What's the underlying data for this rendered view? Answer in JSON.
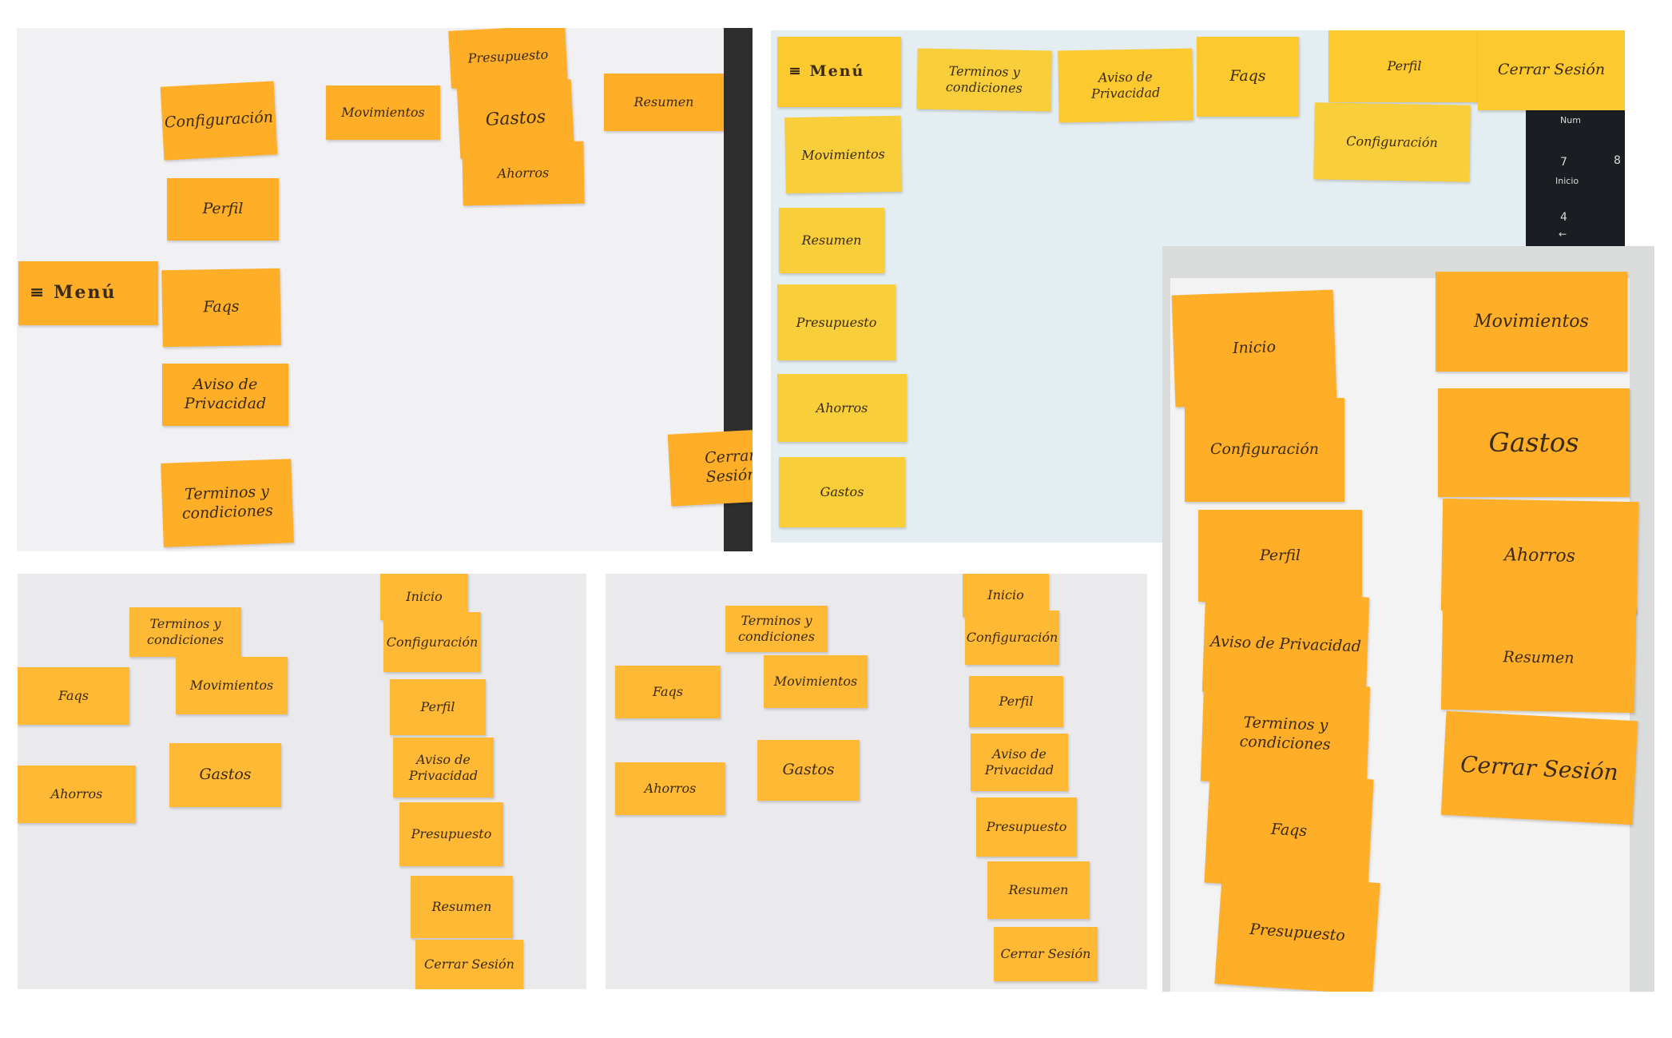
{
  "photo1": {
    "menu": "≡ Menú",
    "configuracion": "Configuración",
    "perfil": "Perfil",
    "faqs": "Faqs",
    "aviso": "Aviso de Privacidad",
    "terminos": "Terminos y\ncondiciones",
    "movimientos": "Movimientos",
    "presupuesto": "Presupuesto",
    "gastos": "Gastos",
    "ahorros": "Ahorros",
    "resumen": "Resumen",
    "cerrar": "Cerrar Sesión"
  },
  "photo2": {
    "menu": "≡ Menú",
    "terminos": "Terminos y\ncondiciones",
    "aviso": "Aviso de Privacidad",
    "faqs": "Faqs",
    "perfil": "Perfil",
    "cerrar": "Cerrar Sesión",
    "configuracion": "Configuración",
    "movimientos": "Movimientos",
    "resumen": "Resumen",
    "presupuesto": "Presupuesto",
    "ahorros": "Ahorros",
    "gastos": "Gastos",
    "keyboard": {
      "num": "Num",
      "k7": "7",
      "inicio": "Inicio",
      "k4": "4",
      "arrow": "←",
      "k8": "8"
    }
  },
  "photo3": {
    "inicio": "Inicio",
    "configuracion": "Configuración",
    "perfil": "Perfil",
    "aviso": "Aviso de Privacidad",
    "terminos": "Terminos y\ncondiciones",
    "faqs": "Faqs",
    "presupuesto": "Presupuesto",
    "movimientos": "Movimientos",
    "gastos": "Gastos",
    "ahorros": "Ahorros",
    "resumen": "Resumen",
    "cerrar": "Cerrar Sesión"
  },
  "photo4": {
    "terminos": "Terminos y\ncondiciones",
    "faqs": "Faqs",
    "movimientos": "Movimientos",
    "ahorros": "Ahorros",
    "gastos": "Gastos",
    "inicio": "Inicio",
    "configuracion": "Configuración",
    "perfil": "Perfil",
    "aviso": "Aviso de Privacidad",
    "presupuesto": "Presupuesto",
    "resumen": "Resumen",
    "cerrar": "Cerrar Sesión"
  },
  "photo5": {
    "terminos": "Terminos y\ncondiciones",
    "faqs": "Faqs",
    "movimientos": "Movimientos",
    "ahorros": "Ahorros",
    "gastos": "Gastos",
    "inicio": "Inicio",
    "configuracion": "Configuración",
    "perfil": "Perfil",
    "aviso": "Aviso de Privacidad",
    "presupuesto": "Presupuesto",
    "resumen": "Resumen",
    "cerrar": "Cerrar Sesión"
  }
}
